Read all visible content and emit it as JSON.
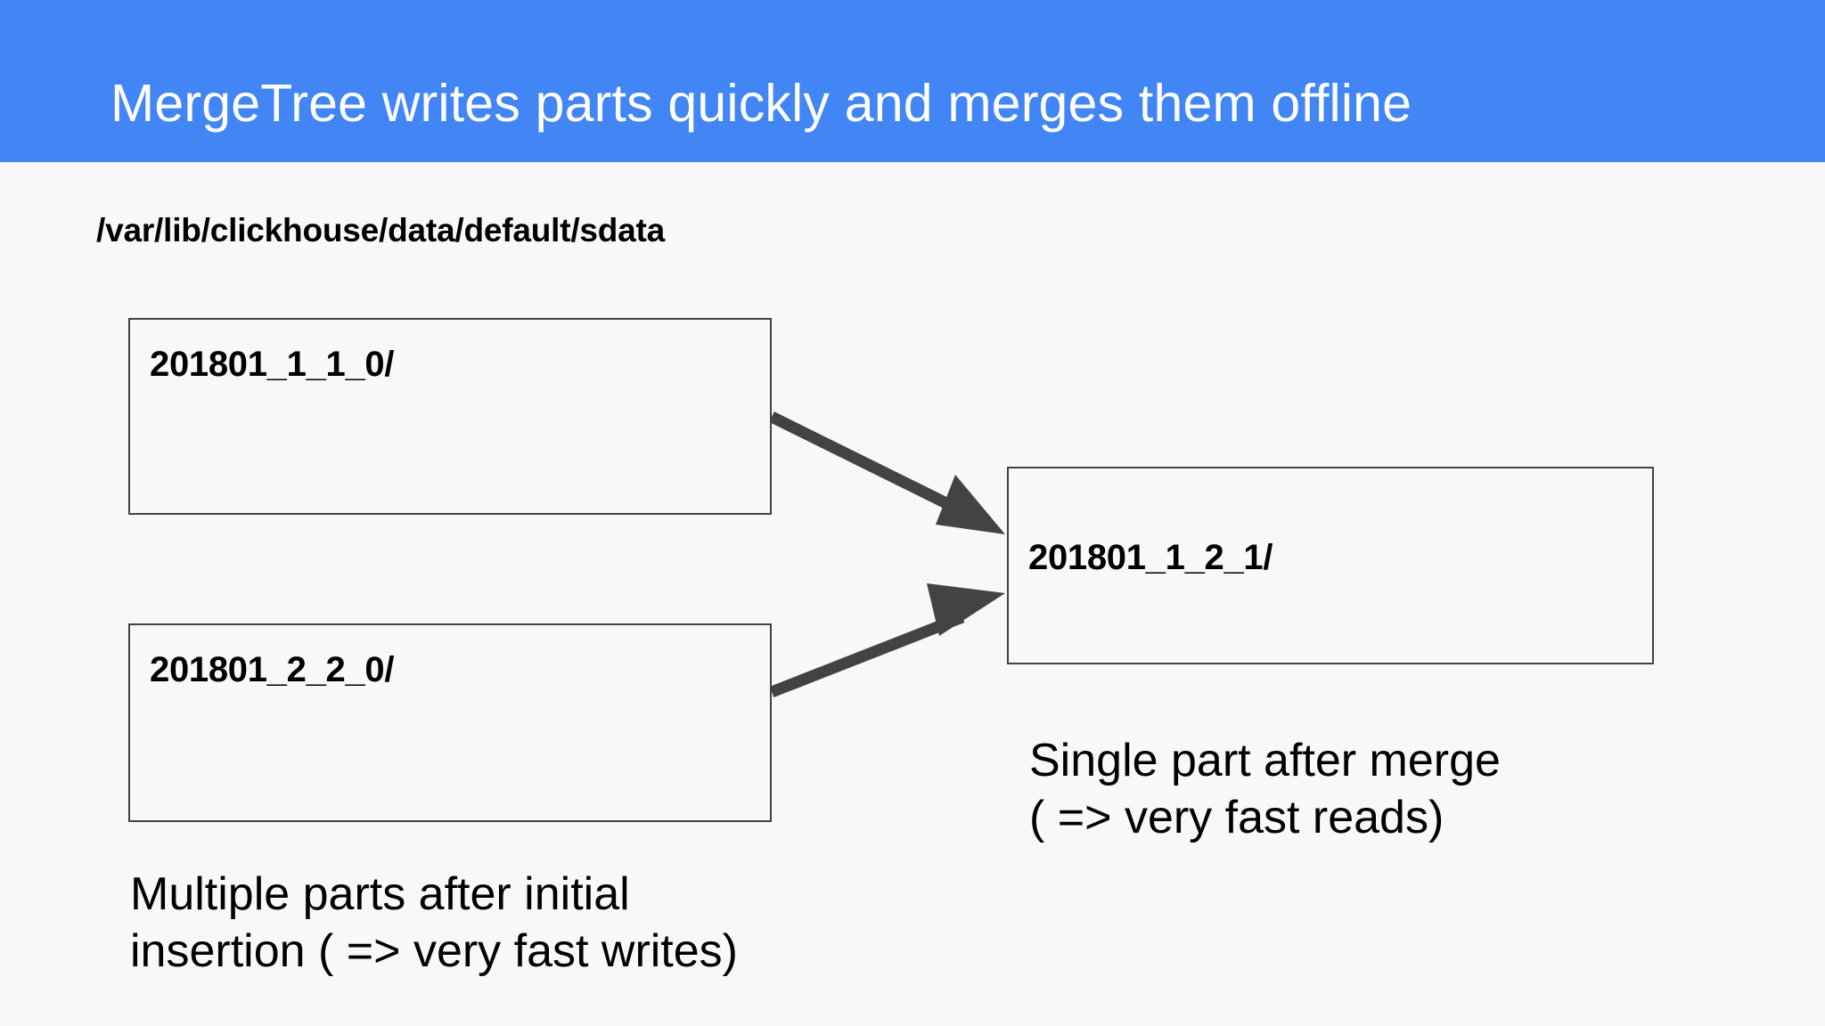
{
  "slide": {
    "title": "MergeTree writes parts quickly and merges them offline",
    "header_color": "#4285f4",
    "background_color": "#f8f8fa",
    "text_color": "#000000",
    "arrow_color": "#434343",
    "border_color": "#434343"
  },
  "path": {
    "label": "/var/lib/clickhouse/data/default/sdata"
  },
  "parts": {
    "source": [
      {
        "name": "201801_1_1_0/"
      },
      {
        "name": "201801_2_2_0/"
      }
    ],
    "merged": {
      "name": "201801_1_2_1/"
    }
  },
  "captions": {
    "left_line1": "Multiple parts after initial",
    "left_line2": "insertion ( => very fast writes)",
    "right_line1": "Single part after merge",
    "right_line2": "( => very fast reads)"
  },
  "arrows": [
    {
      "name": "merge-arrow-from-part-1",
      "from": "201801_1_1_0/",
      "to": "201801_1_2_1/"
    },
    {
      "name": "merge-arrow-from-part-2",
      "from": "201801_2_2_0/",
      "to": "201801_1_2_1/"
    }
  ]
}
